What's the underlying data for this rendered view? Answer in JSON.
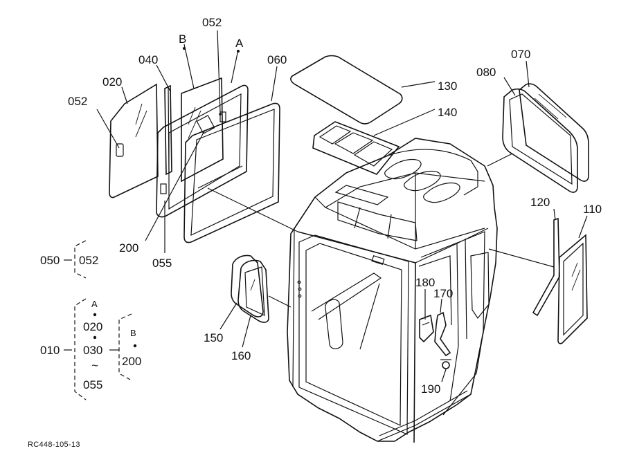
{
  "callouts": {
    "c052_top": "052",
    "cA_top": "A",
    "cB_top": "B",
    "c040": "040",
    "c020": "020",
    "c052_left": "052",
    "c060": "060",
    "c200": "200",
    "c055": "055",
    "c130": "130",
    "c140": "140",
    "c080": "080",
    "c070": "070",
    "c120": "120",
    "c110": "110",
    "c180": "180",
    "c170": "170",
    "c190": "190",
    "c150": "150",
    "c160": "160"
  },
  "legend": {
    "g050_parent": "050",
    "g050_child": "052",
    "g010_parent": "010",
    "g010_A": "A",
    "g010_020": "020",
    "g010_030": "030",
    "g010_tilde": "~",
    "g010_055": "055",
    "g010_B": "B",
    "g010_200": "200"
  },
  "reference_code": "RC448-105-13"
}
